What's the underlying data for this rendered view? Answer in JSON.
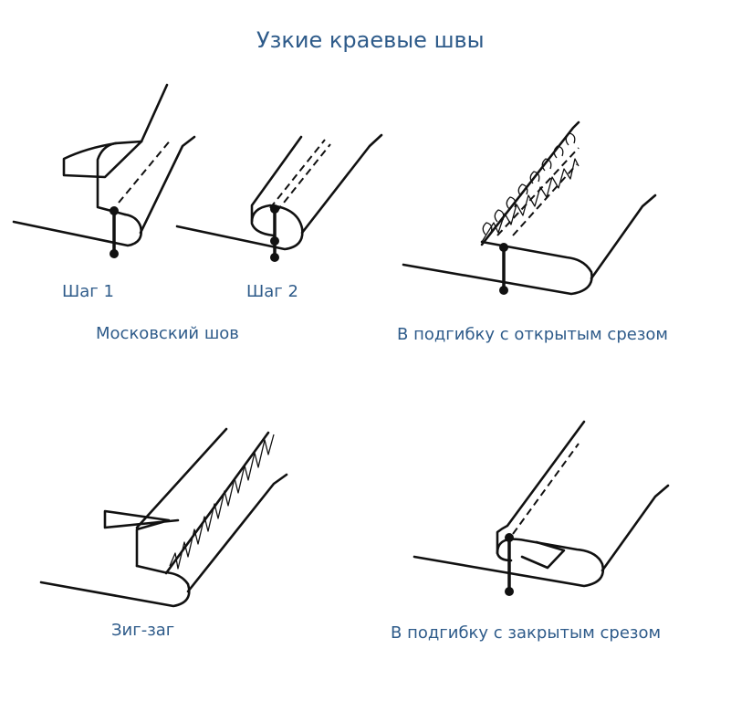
{
  "title": "Узкие краевые швы",
  "labels": {
    "step1": "Шаг 1",
    "step2": "Шаг 2",
    "moscow": "Московский шов",
    "open_edge": "В подгибку с открытым срезом",
    "zigzag": "Зиг-заг",
    "closed_edge": "В подгибку с закрытым срезом"
  },
  "colors": {
    "text": "#2e5b8a",
    "lines": "#111111"
  }
}
